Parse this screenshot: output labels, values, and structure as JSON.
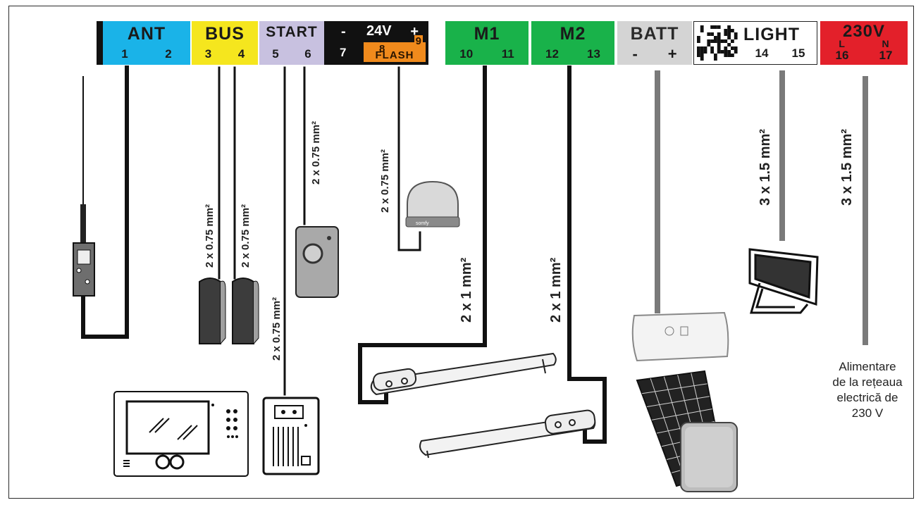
{
  "terminals": {
    "ant": {
      "name": "ANT",
      "pins": [
        "1",
        "2"
      ],
      "color": "#1ab3e8"
    },
    "bus": {
      "name": "BUS",
      "pins": [
        "3",
        "4"
      ],
      "color": "#f5e61e"
    },
    "start": {
      "name": "START",
      "pins": [
        "5",
        "6"
      ],
      "color": "#c8c1e0"
    },
    "v24": {
      "minus": "-",
      "voltage": "24V",
      "plus": "+",
      "pin7": "7",
      "pin8": "8",
      "pin9": "9",
      "flash": "FLASH",
      "flash_color": "#f08a1c"
    },
    "m1": {
      "name": "M1",
      "pins": [
        "10",
        "11"
      ],
      "color": "#19b24a"
    },
    "m2": {
      "name": "M2",
      "pins": [
        "12",
        "13"
      ],
      "color": "#19b24a"
    },
    "batt": {
      "name": "BATT",
      "pins": [
        "-",
        "+"
      ],
      "color": "#d4d4d4"
    },
    "light": {
      "name": "LIGHT",
      "pins": [
        "14",
        "15"
      ],
      "color": "#ffffff"
    },
    "mains": {
      "name": "230V",
      "sub": [
        "L",
        "N"
      ],
      "pins": [
        "16",
        "17"
      ],
      "color": "#e3202a"
    }
  },
  "cables": {
    "bus_a": "2 x 0.75 mm²",
    "bus_b": "2 x 0.75 mm²",
    "start_a": "2 x 0.75 mm²",
    "start_b": "2 x 0.75 mm²",
    "flash": "2 x 0.75 mm²",
    "m1": "2 x 1 mm²",
    "m2": "2 x 1 mm²",
    "light": "3 x 1.5 mm²",
    "mains": "3 x 1.5 mm²"
  },
  "devices": {
    "flash_brand": "somfy"
  },
  "caption": [
    "Alimentare",
    "de la rețeaua",
    "electrică de",
    "230 V"
  ],
  "icons": [
    "antenna-icon",
    "photocell-icon",
    "keypad-icon",
    "flash-lamp-icon",
    "actuator-arm-icon",
    "battery-pack-icon",
    "solar-panel-icon",
    "floodlight-icon",
    "intercom-monitor-icon",
    "video-doorbell-icon",
    "qr-code-icon"
  ]
}
